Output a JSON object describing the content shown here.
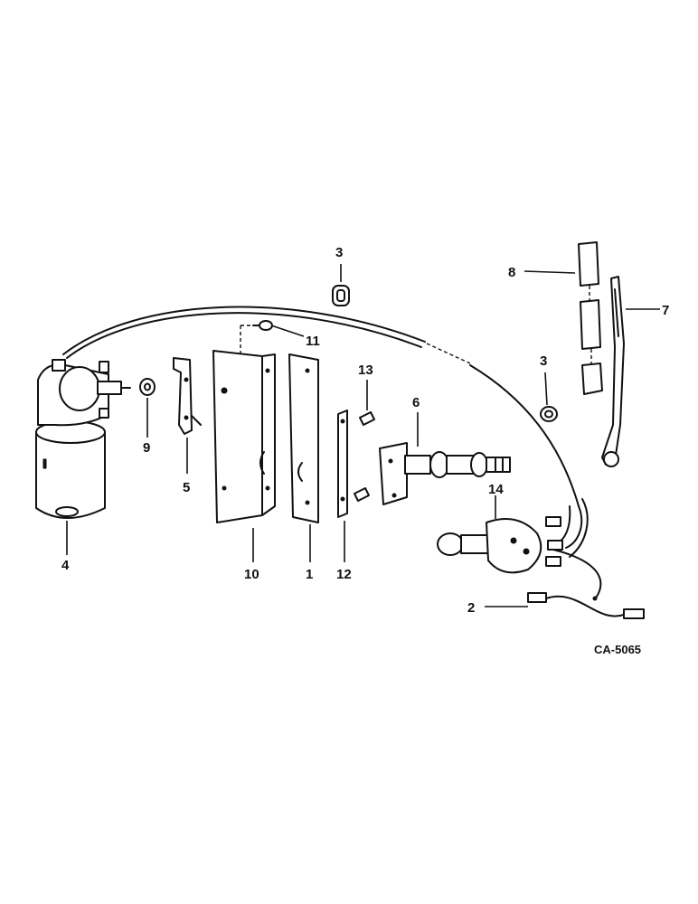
{
  "drawing_code": "CA-5065",
  "callouts": {
    "c1": "1",
    "c2": "2",
    "c3a": "3",
    "c3b": "3",
    "c4": "4",
    "c5": "5",
    "c6": "6",
    "c7": "7",
    "c8": "8",
    "c9": "9",
    "c10": "10",
    "c11": "11",
    "c12": "12",
    "c13": "13",
    "c14": "14"
  }
}
